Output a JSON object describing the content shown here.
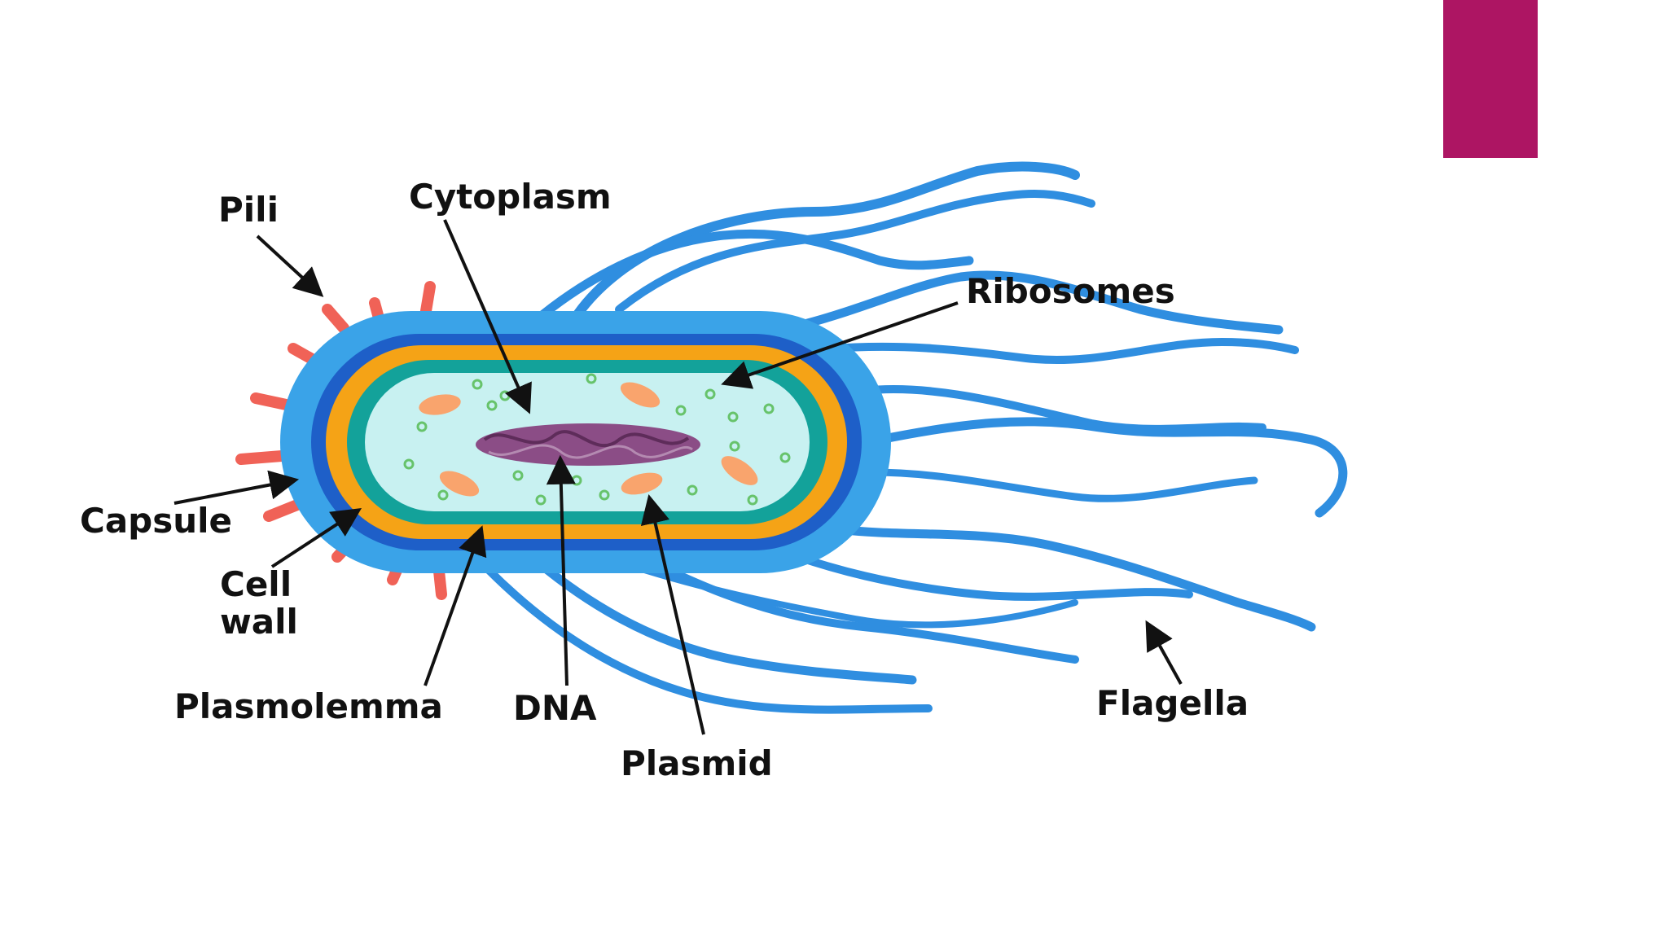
{
  "diagram": {
    "labels": {
      "pili": "Pili",
      "cytoplasm": "Cytoplasm",
      "ribosomes": "Ribosomes",
      "capsule": "Capsule",
      "cell_wall_line1": "Cell",
      "cell_wall_line2": "wall",
      "plasmolemma": "Plasmolemma",
      "dna": "DNA",
      "plasmid": "Plasmid",
      "flagella": "Flagella"
    }
  },
  "colors": {
    "accent_bar": "#ad1563",
    "flagella": "#2f8ee0",
    "capsule": "#3aa3e8",
    "cell_wall": "#1e5fc8",
    "outer_membrane": "#f5a316",
    "membrane": "#13a29a",
    "cytoplasm": "#c8f1f1",
    "pili": "#f06257",
    "plasmid": "#f9a46d",
    "dna": "#8b4d86",
    "ribosome": "#67c36b"
  }
}
